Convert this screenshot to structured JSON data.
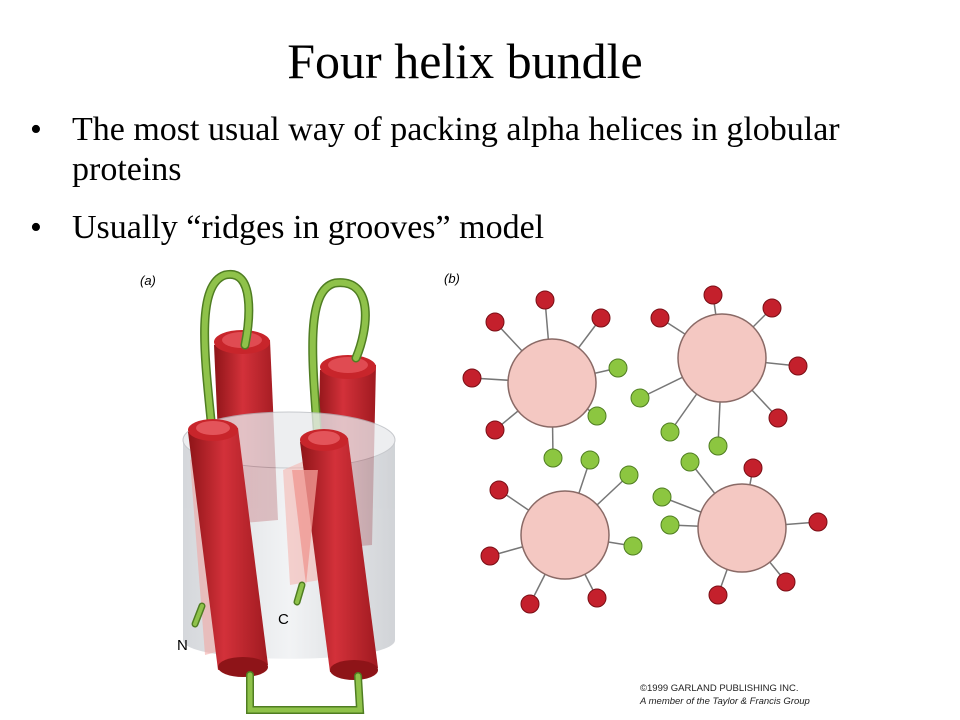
{
  "slide": {
    "title": "Four helix bundle",
    "bullets": [
      {
        "marker": "•",
        "text": "The most usual way of packing alpha helices in globular proteins"
      },
      {
        "marker": "•",
        "text": "Usually “ridges in grooves” model"
      }
    ]
  },
  "figure": {
    "panel_a_label": "(a)",
    "panel_b_label": "(b)",
    "n_terminus_label": "N",
    "c_terminus_label": "C",
    "copyright_line1": "©1999 GARLAND PUBLISHING INC.",
    "copyright_line2": "A member of the Taylor & Francis Group"
  },
  "colors": {
    "helix": "#c8252b",
    "helix_dark": "#8e1418",
    "loop": "#8fc24a",
    "loop_dark": "#4f7d22",
    "cylinder": "#dfe2e6",
    "helix_disc": "#f4c8c2",
    "red_atom": "#c4202c",
    "green_atom": "#8cc640"
  }
}
